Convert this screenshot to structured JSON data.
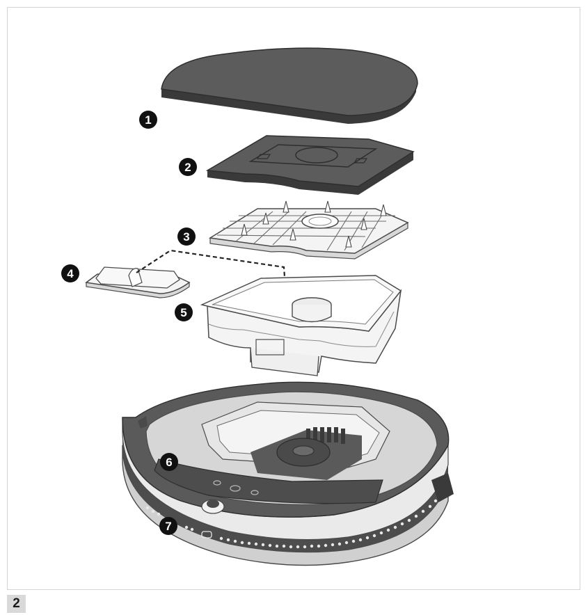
{
  "figure_number": "2",
  "callouts": [
    {
      "id": 1,
      "label": "1"
    },
    {
      "id": 2,
      "label": "2"
    },
    {
      "id": 3,
      "label": "3"
    },
    {
      "id": 4,
      "label": "4"
    },
    {
      "id": 5,
      "label": "5"
    },
    {
      "id": 6,
      "label": "6"
    },
    {
      "id": 7,
      "label": "7"
    }
  ],
  "colors": {
    "dark_part": "#5c5c5c",
    "dark_part_edge": "#3a3a3a",
    "light_part": "#f4f4f4",
    "outline": "#4a4a4a",
    "callout": "#111111",
    "frame": "#d4d4d4",
    "robot_ring": "#e8e8e8",
    "robot_top": "#d6d6d6"
  }
}
